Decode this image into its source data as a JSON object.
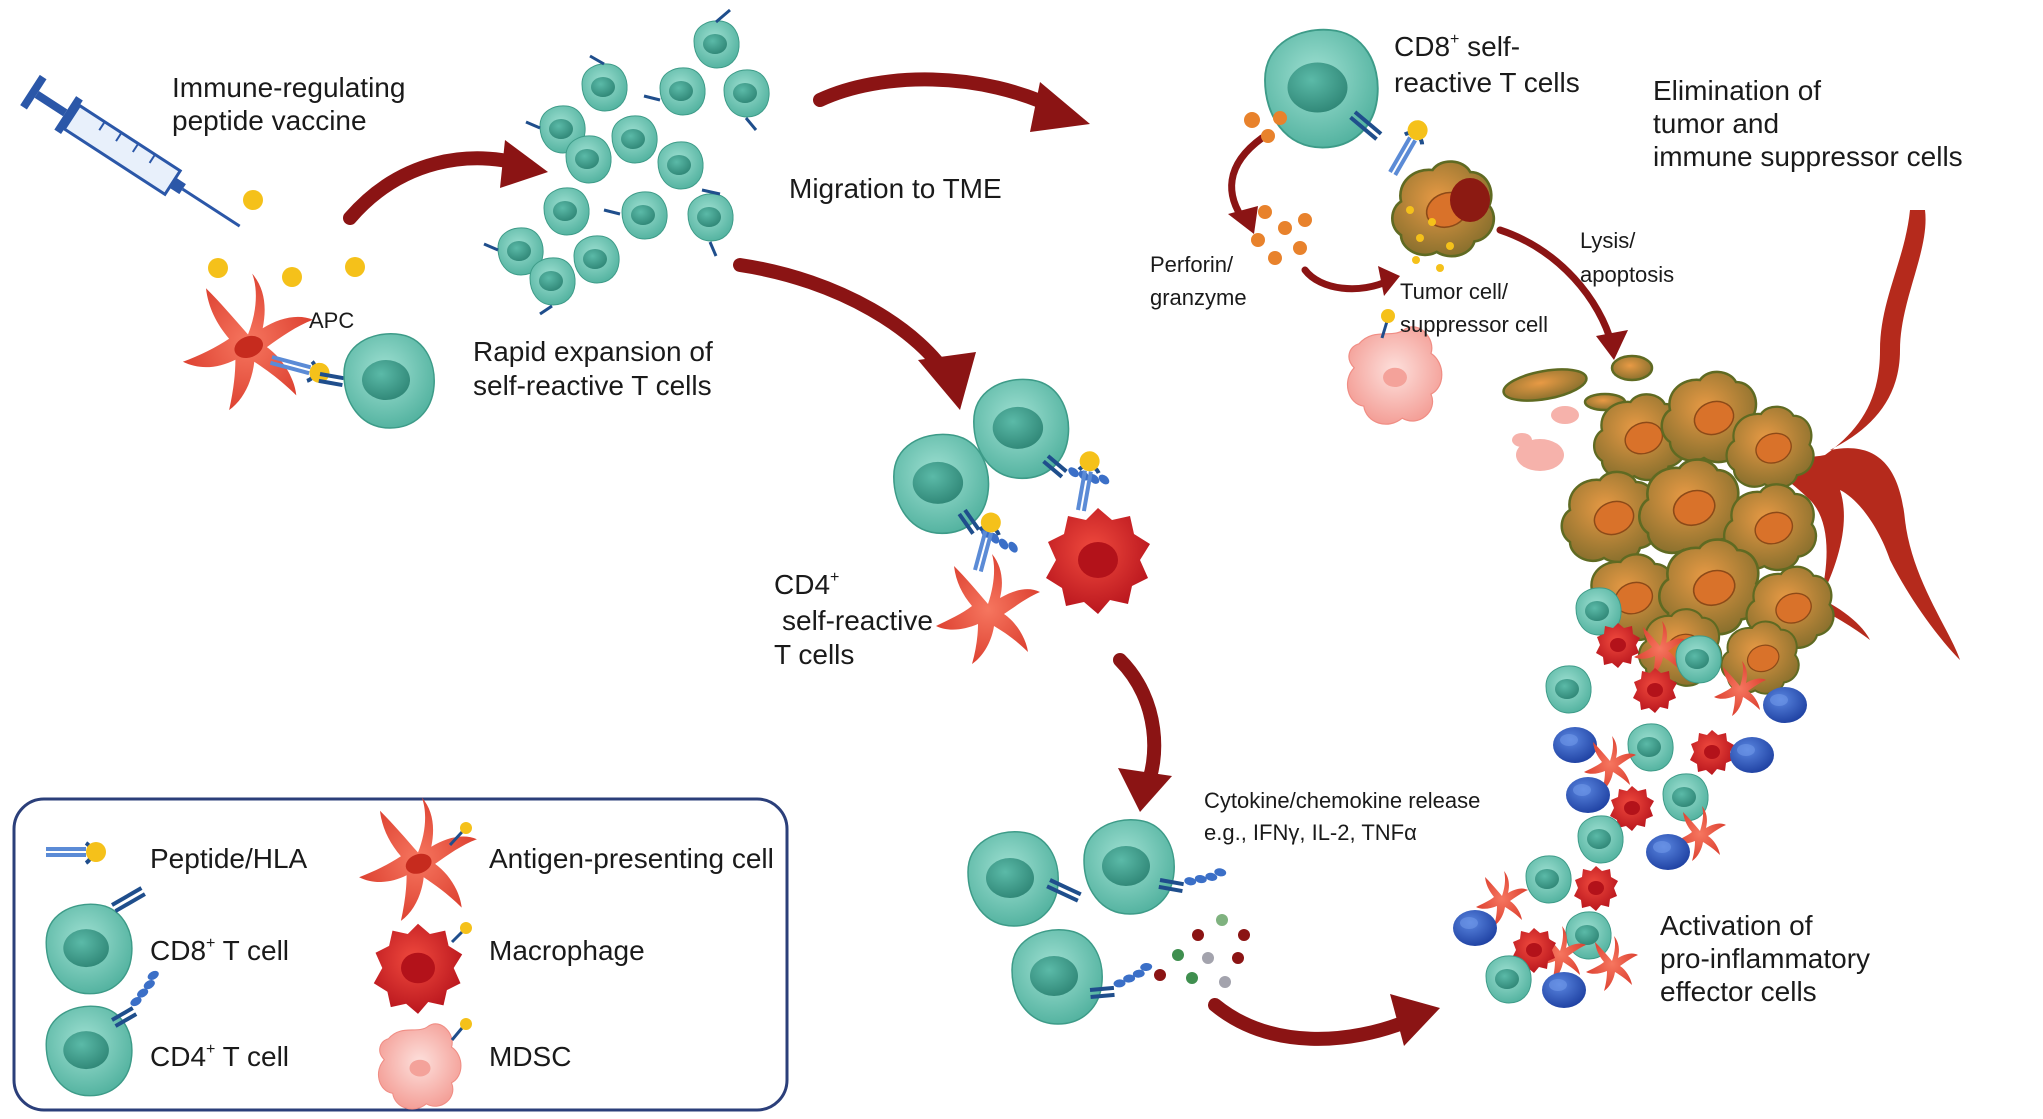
{
  "labels": {
    "vaccine_line1": "Immune-regulating",
    "vaccine_line2": "peptide vaccine",
    "apc": "APC",
    "expansion_line1": "Rapid expansion of",
    "expansion_line2": "self-reactive T cells",
    "migration": "Migration to TME",
    "cd8_line1_pre": "CD8",
    "cd8_line1_sup": "+",
    "cd8_line1_post": " self-",
    "cd8_line2": "reactive T cells",
    "elimination_line1": "Elimination of",
    "elimination_line2": "tumor and",
    "elimination_line3": "immune suppressor cells",
    "perforin_line1": "Perforin/",
    "perforin_line2": "granzyme",
    "tumor_line1": "Tumor cell/",
    "tumor_line2": "suppressor cell",
    "lysis_line1": "Lysis/",
    "lysis_line2": "apoptosis",
    "cd4_line1_pre": "CD4",
    "cd4_line1_sup": "+",
    "cd4_line2": "self-reactive",
    "cd4_line3": "T cells",
    "cytokine_line1": "Cytokine/chemokine release",
    "cytokine_line2": "e.g., IFNγ, IL-2, TNFα",
    "activation_line1": "Activation of",
    "activation_line2": "pro-inflammatory",
    "activation_line3": "effector cells"
  },
  "legend": {
    "peptide_hla": "Peptide/HLA",
    "cd8_pre": "CD8",
    "cd8_sup": "+",
    "cd8_post": " T cell",
    "cd4_pre": "CD4",
    "cd4_sup": "+",
    "cd4_post": " T cell",
    "apc": "Antigen-presenting cell",
    "macrophage": "Macrophage",
    "mdsc": "MDSC"
  },
  "colors": {
    "tcell": "#6cc7b5",
    "tcell_nucleus": "#3f9d8c",
    "arrow": "#8b1414",
    "apc": "#e8503c",
    "macrophage": "#d9232a",
    "mdsc": "#f8b7b0",
    "tumor": "#c8782c",
    "vessel": "#b52a1c",
    "receptor": "#1f4e8c",
    "peptide": "#f5c11a",
    "blue_cell": "#2d5fc4",
    "legend_border": "#2b3f7a"
  }
}
